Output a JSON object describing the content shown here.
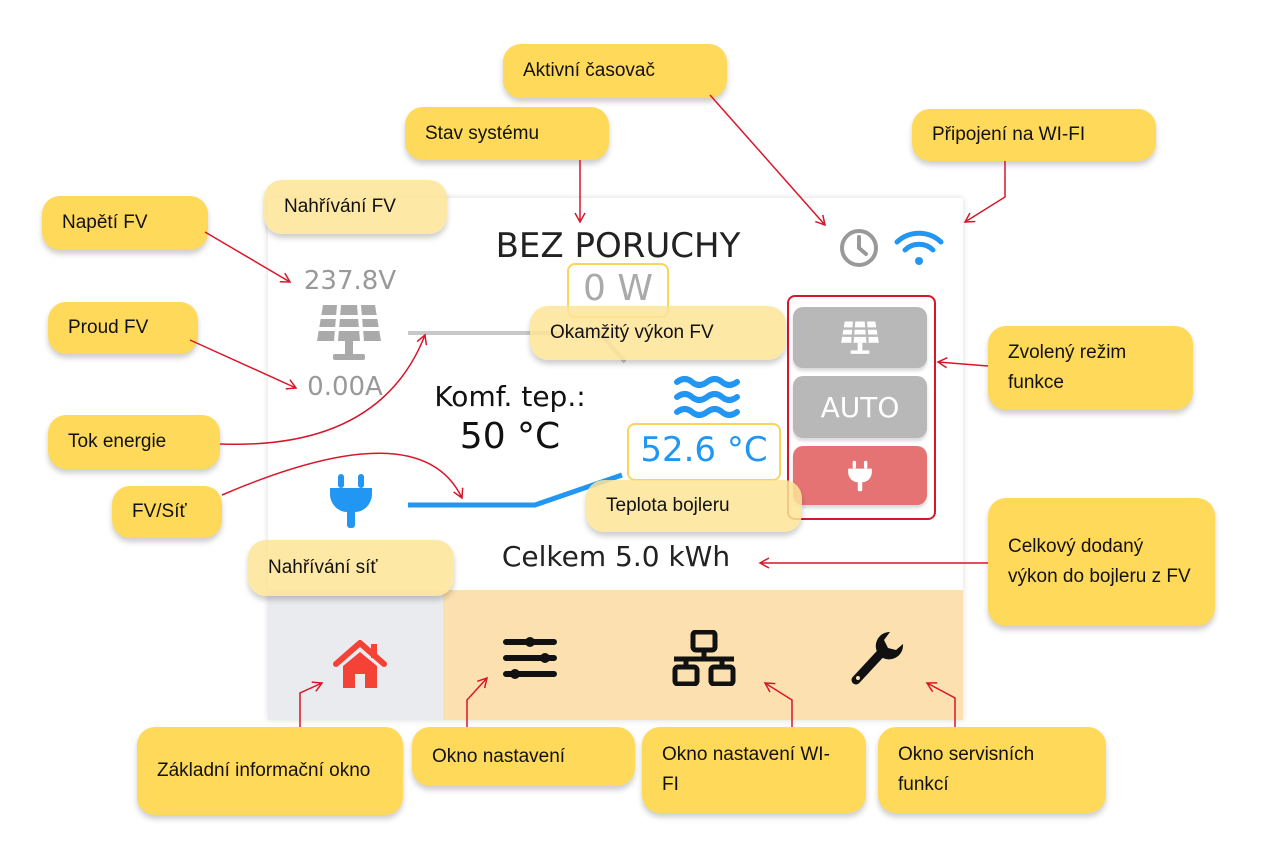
{
  "screen": {
    "status": "BEZ PORUCHY",
    "pv_voltage": "237.8V",
    "pv_current": "0.00A",
    "pv_power": "0 W",
    "comfort_label": "Komf. tep.:",
    "comfort_value": "50 °C",
    "boiler_temp": "52.6 °C",
    "total": "Celkem 5.0 kWh",
    "modes": [
      {
        "name": "solar",
        "icon": "solar-panel-icon"
      },
      {
        "name": "auto",
        "label": "AUTO"
      },
      {
        "name": "grid",
        "icon": "plug-icon",
        "active": true
      }
    ],
    "nav": [
      {
        "icon": "home-icon",
        "active": true
      },
      {
        "icon": "sliders-icon"
      },
      {
        "icon": "network-icon"
      },
      {
        "icon": "wrench-icon"
      }
    ],
    "colors": {
      "accent_blue": "#2196f3",
      "active_red": "#e57373",
      "nav_bg": "#fde0b0",
      "callout": "#ffd95a"
    }
  },
  "callouts": {
    "timer": "Aktivní časovač",
    "status": "Stav systému",
    "wifi": "Připojení na WI-FI",
    "voltage": "Napětí FV",
    "current": "Proud FV",
    "flow": "Tok energie",
    "source": "FV/Síť",
    "mode": "Zvolený režim funkce",
    "total": "Celkový dodaný výkon do bojleru z FV",
    "home": "Základní informační okno",
    "settings": "Okno nastavení",
    "wifi_settings": "Okno nastavení WI-FI",
    "service": "Okno servisních funkcí",
    "heating_pv": "Nahřívání FV",
    "pv_power": "Okamžitý výkon FV",
    "boiler_temp": "Teplota bojleru",
    "heating_grid": "Nahřívání síť"
  }
}
